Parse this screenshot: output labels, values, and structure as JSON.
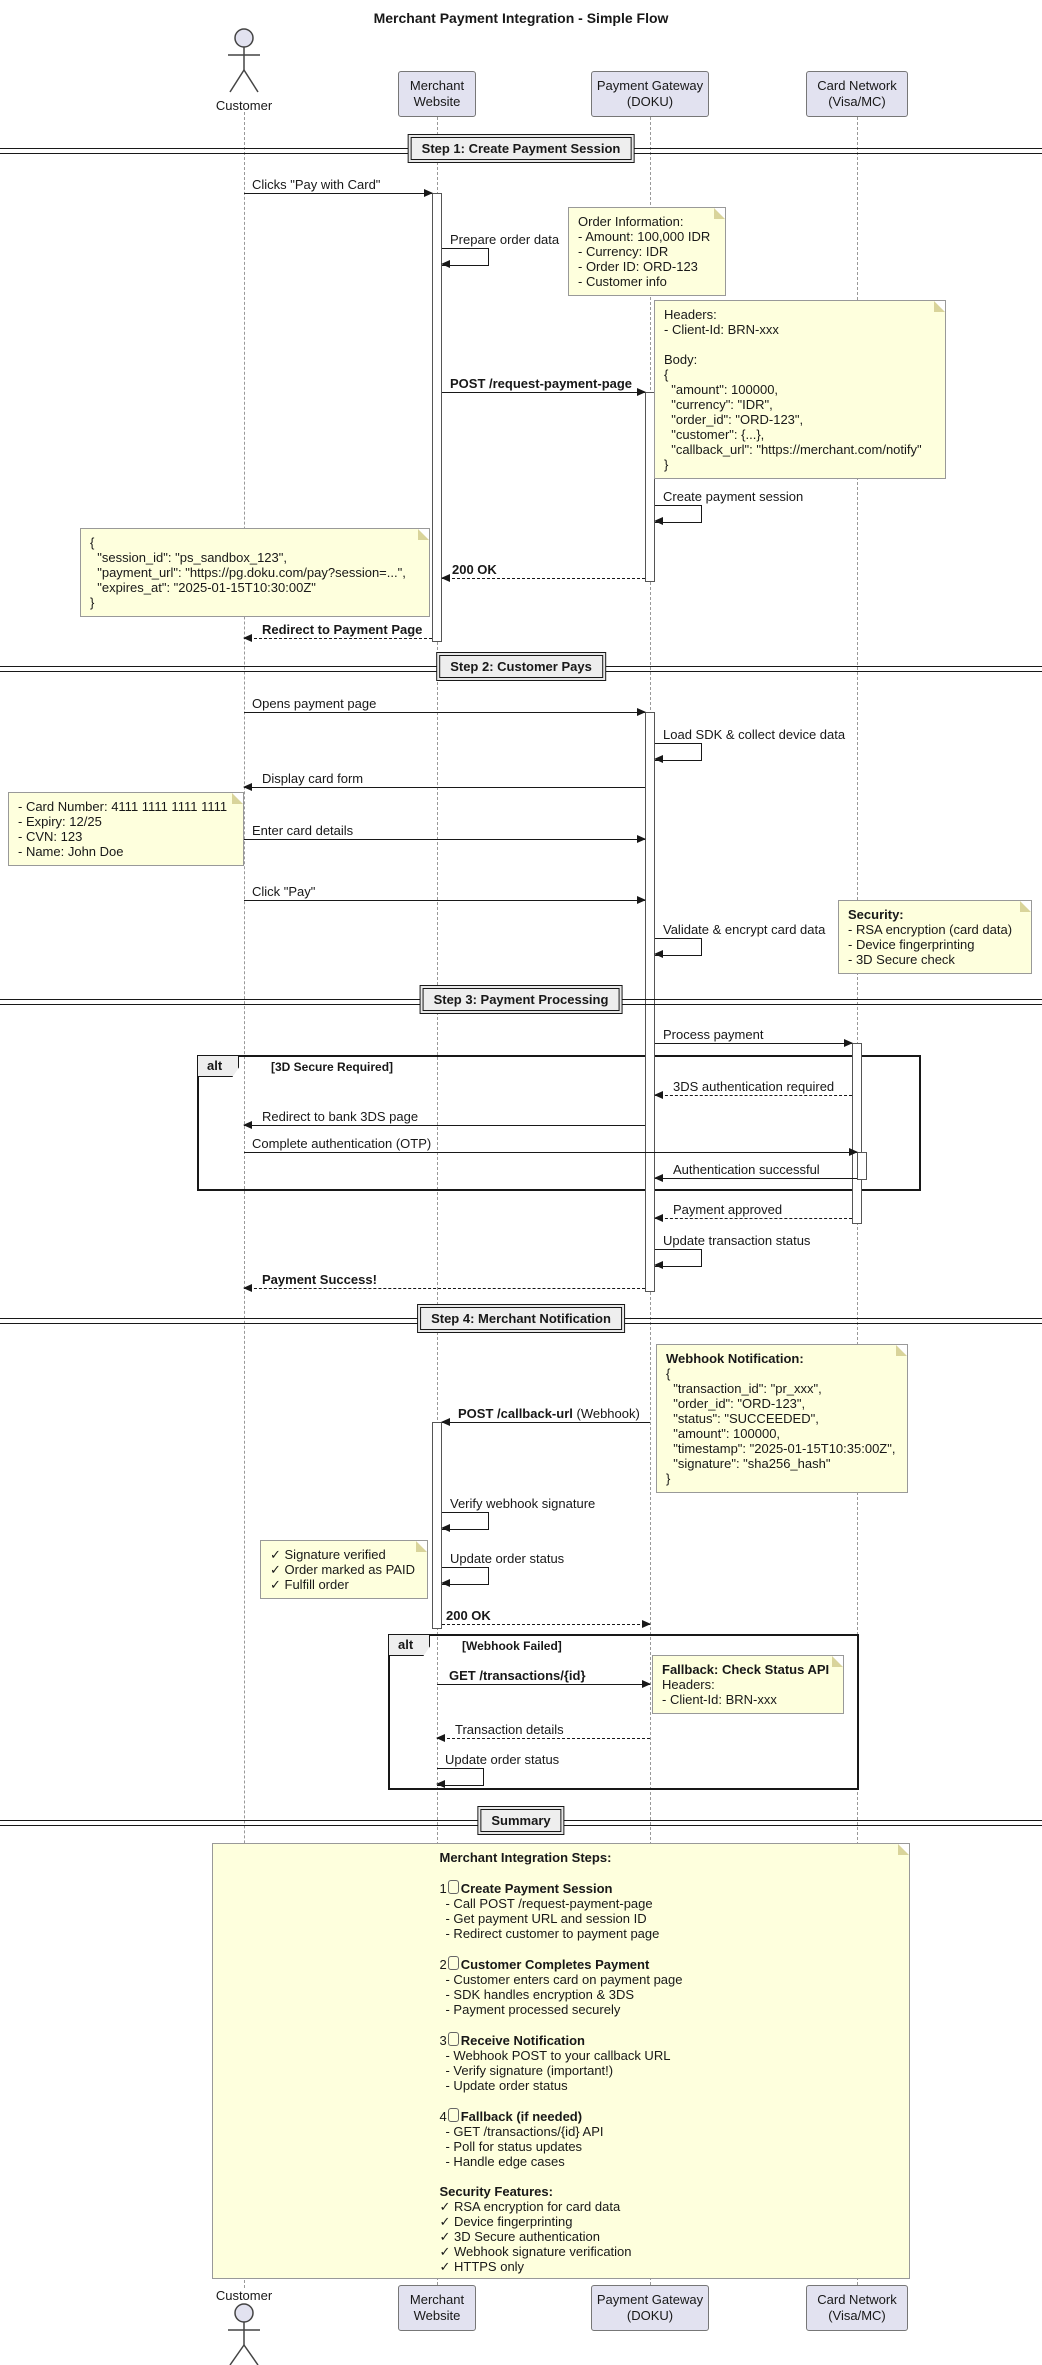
{
  "title": "Merchant Payment Integration - Simple Flow",
  "participants": [
    {
      "id": "customer",
      "label": "Customer"
    },
    {
      "id": "merchant",
      "line1": "Merchant",
      "line2": "Website"
    },
    {
      "id": "gateway",
      "line1": "Payment Gateway",
      "line2": "(DOKU)"
    },
    {
      "id": "card",
      "line1": "Card Network",
      "line2": "(Visa/MC)"
    }
  ],
  "dividers": {
    "step1": "Step 1: Create Payment Session",
    "step2": "Step 2: Customer Pays",
    "step3": "Step 3: Payment Processing",
    "step4": "Step 4: Merchant Notification",
    "summary": "Summary"
  },
  "frames": {
    "alt1": {
      "keyword": "alt",
      "guard": "[3D Secure Required]"
    },
    "alt2": {
      "keyword": "alt",
      "guard": "[Webhook Failed]"
    }
  },
  "messages": {
    "clicks_pay": "Clicks \"Pay with Card\"",
    "prepare_order": "Prepare order data",
    "post_request": "POST /request-payment-page",
    "create_session": "Create payment session",
    "ok200_1": "200 OK",
    "redirect_payment": "Redirect to Payment Page",
    "opens_page": "Opens payment page",
    "load_sdk": "Load SDK & collect device data",
    "display_form": "Display card form",
    "enter_card": "Enter card details",
    "click_pay": "Click \"Pay\"",
    "validate_encrypt": "Validate & encrypt card data",
    "process_payment": "Process payment",
    "tds_required": "3DS authentication required",
    "redirect_3ds": "Redirect to bank 3DS page",
    "complete_otp": "Complete authentication (OTP)",
    "auth_success": "Authentication successful",
    "payment_approved": "Payment approved",
    "update_txn": "Update transaction status",
    "payment_success": "Payment Success!",
    "webhook_post": "POST /callback-url",
    "webhook_post_suffix": " (Webhook)",
    "verify_signature": "Verify webhook signature",
    "update_order_1": "Update order status",
    "ok200_2": "200 OK",
    "get_transactions": "GET /transactions/{id}",
    "txn_details": "Transaction details",
    "update_order_2": "Update order status"
  },
  "notes": {
    "order_info": {
      "text": "Order Information:\n- Amount: 100,000 IDR\n- Currency: IDR\n- Order ID: ORD-123\n- Customer info"
    },
    "request_payload": {
      "text": "Headers:\n- Client-Id: BRN-xxx\n\nBody:\n{\n  \"amount\": 100000,\n  \"currency\": \"IDR\",\n  \"order_id\": \"ORD-123\",\n  \"customer\": {...},\n  \"callback_url\": \"https://merchant.com/notify\"\n}"
    },
    "session_response": {
      "text": "{\n  \"session_id\": \"ps_sandbox_123\",\n  \"payment_url\": \"https://pg.doku.com/pay?session=...\",\n  \"expires_at\": \"2025-01-15T10:30:00Z\"\n}"
    },
    "card_details": {
      "text": "- Card Number: 4111 1111 1111 1111\n- Expiry: 12/25\n- CVN: 123\n- Name: John Doe"
    },
    "security": {
      "title": "Security:",
      "text": "- RSA encryption (card data)\n- Device fingerprinting\n- 3D Secure check"
    },
    "webhook": {
      "title": "Webhook Notification:",
      "text": "{\n  \"transaction_id\": \"pr_xxx\",\n  \"order_id\": \"ORD-123\",\n  \"status\": \"SUCCEEDED\",\n  \"amount\": 100000,\n  \"timestamp\": \"2025-01-15T10:35:00Z\",\n  \"signature\": \"sha256_hash\"\n}"
    },
    "merchant_actions": {
      "text": "✓ Signature verified\n✓ Order marked as PAID\n✓ Fulfill order"
    },
    "fallback": {
      "title": "Fallback: Check Status API",
      "text": "Headers:\n- Client-Id: BRN-xxx"
    }
  },
  "summary": {
    "heading": "Merchant Integration Steps:",
    "steps": [
      {
        "num": "1",
        "title": "Create Payment Session",
        "items": "- Call POST /request-payment-page\n- Get payment URL and session ID\n- Redirect customer to payment page"
      },
      {
        "num": "2",
        "title": "Customer Completes Payment",
        "items": "- Customer enters card on payment page\n- SDK handles encryption & 3DS\n- Payment processed securely"
      },
      {
        "num": "3",
        "title": "Receive Notification",
        "items": "- Webhook POST to your callback URL\n- Verify signature (important!)\n- Update order status"
      },
      {
        "num": "4",
        "title": "Fallback (if needed)",
        "items": "- GET /transactions/{id} API\n- Poll for status updates\n- Handle edge cases"
      }
    ],
    "security_heading": "Security Features:",
    "security_items": "✓ RSA encryption for card data\n✓ Device fingerprinting\n✓ 3D Secure authentication\n✓ Webhook signature verification\n✓ HTTPS only"
  },
  "colors": {
    "participant_fill": "#E2E2F0",
    "note_fill": "#FEFFDD",
    "divider_fill": "#EEEEEE",
    "line": "#181818"
  }
}
